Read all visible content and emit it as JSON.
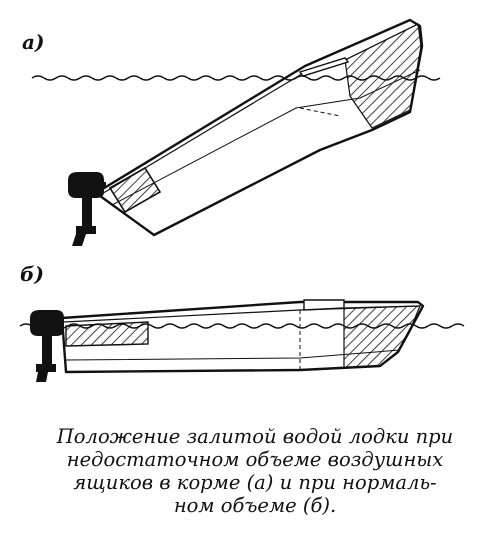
{
  "labels": {
    "a": "а)",
    "b": "б)"
  },
  "caption": {
    "line1": "Положение залитой водой лодки при",
    "line2": "недостаточном объеме воздушных",
    "line3": "ящиков в корме (а) и при нормаль-",
    "line4": "ном объеме (б)."
  }
}
